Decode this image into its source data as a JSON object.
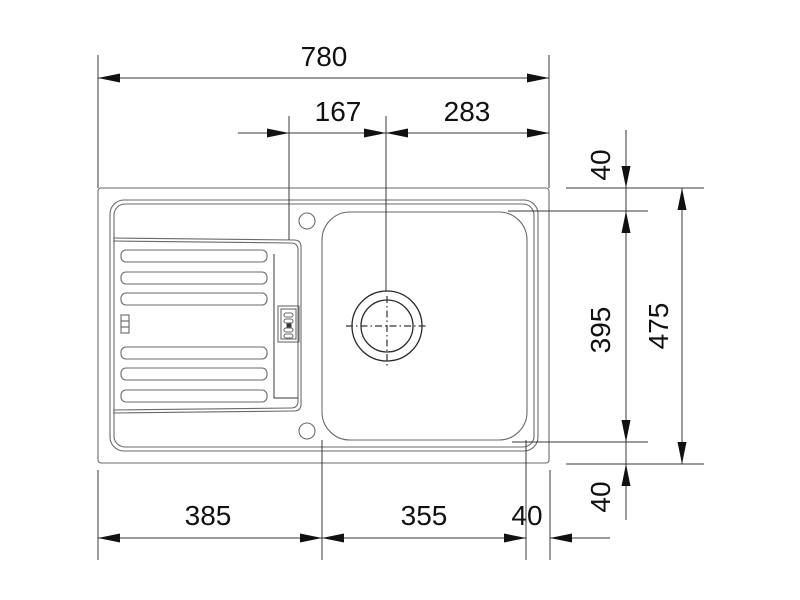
{
  "drawing": {
    "title": "Kitchen sink technical drawing (top view) with dimensions",
    "units": "mm",
    "colors": {
      "line": "#2b2b2b",
      "text": "#111111",
      "background": "#ffffff"
    }
  },
  "dimensions": {
    "overall_width": "780",
    "drain_offset_from_tap": "167",
    "drain_offset_to_right_edge": "283",
    "drainer_width": "385",
    "bowl_width": "355",
    "right_rim": "40",
    "top_rim": "40",
    "bowl_depth": "395",
    "overall_depth": "475",
    "bottom_rim": "40"
  },
  "features": [
    {
      "name": "drainer",
      "ribs": 6
    },
    {
      "name": "bowl",
      "count": 1
    },
    {
      "name": "waste-outlet",
      "shape": "circle"
    },
    {
      "name": "overflow",
      "shape": "slot"
    },
    {
      "name": "tap-holes",
      "count": 2
    }
  ]
}
